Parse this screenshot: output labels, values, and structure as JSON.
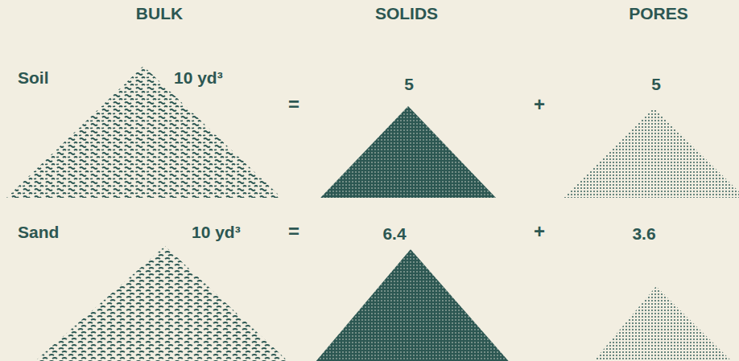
{
  "diagram": {
    "labels": [
      "BULK",
      "SOLIDS",
      "PORES",
      "Soil",
      "10 yd³",
      "=",
      "5",
      "+",
      "5",
      "Sand",
      "10 yd³",
      "=",
      "6.4",
      "+",
      "3.6"
    ]
  }
}
